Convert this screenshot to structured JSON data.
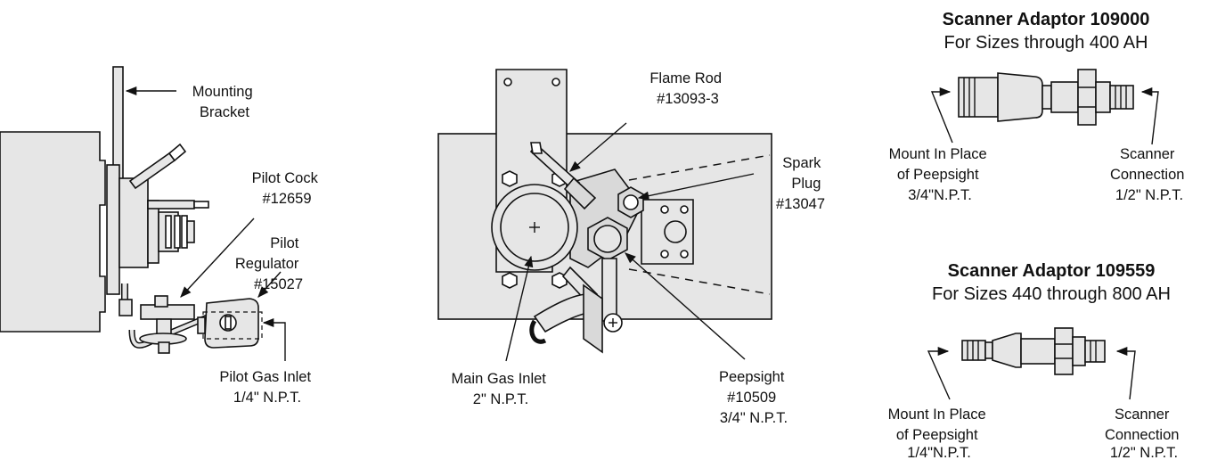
{
  "left_diagram": {
    "mounting_bracket": [
      "Mounting",
      "Bracket"
    ],
    "pilot_cock": [
      "Pilot Cock",
      "#12659"
    ],
    "pilot_regulator": [
      "Pilot",
      "Regulator",
      "#15027"
    ],
    "pilot_gas_inlet": [
      "Pilot Gas Inlet",
      "1/4\" N.P.T."
    ]
  },
  "center_diagram": {
    "flame_rod": [
      "Flame Rod",
      "#13093-3"
    ],
    "spark_plug": [
      "Spark",
      "Plug",
      "#13047"
    ],
    "main_gas_inlet": [
      "Main Gas Inlet",
      "2\" N.P.T."
    ],
    "peepsight": [
      "Peepsight",
      "#10509",
      "3/4\" N.P.T."
    ]
  },
  "adaptor_1": {
    "title": "Scanner Adaptor 109000",
    "subtitle": "For Sizes through 400 AH",
    "mount": [
      "Mount In Place",
      "of Peepsight",
      "3/4\"N.P.T."
    ],
    "connection": [
      "Scanner",
      "Connection",
      "1/2\" N.P.T."
    ]
  },
  "adaptor_2": {
    "title": "Scanner Adaptor 109559",
    "subtitle": "For Sizes 440 through 800 AH",
    "mount": [
      "Mount In Place",
      "of Peepsight",
      "1/4\"N.P.T."
    ],
    "connection": [
      "Scanner",
      "Connection",
      "1/2\" N.P.T."
    ]
  }
}
